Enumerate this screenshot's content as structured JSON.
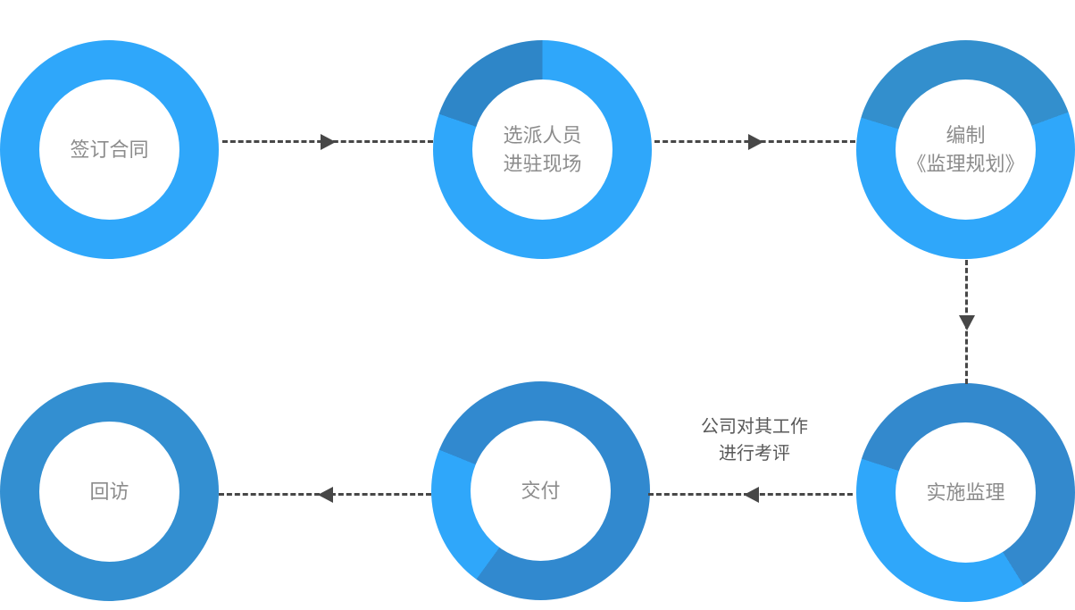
{
  "diagram": {
    "type": "flowchart",
    "annotation": "公司对其工作\n进行考评",
    "nodes": [
      {
        "id": "sign-contract",
        "label": "签订合同",
        "segments": [
          {
            "color": "#2FA7FA",
            "from": 0,
            "to": 360
          }
        ]
      },
      {
        "id": "dispatch-personnel",
        "label": "选派人员\n进驻现场",
        "segments": [
          {
            "color": "#2FA7FA",
            "from": 0,
            "to": 289
          },
          {
            "color": "#2E86C8",
            "from": 289,
            "to": 360
          }
        ]
      },
      {
        "id": "compile-supervision-plan",
        "label": "编制\n《监理规划》",
        "segments": [
          {
            "color": "#338FCD",
            "from": 0,
            "to": 70
          },
          {
            "color": "#2FA7FA",
            "from": 70,
            "to": 287
          },
          {
            "color": "#338FCD",
            "from": 287,
            "to": 360
          }
        ]
      },
      {
        "id": "implement-supervision",
        "label": "实施监理",
        "segments": [
          {
            "color": "#3389CD",
            "from": 0,
            "to": 148
          },
          {
            "color": "#2FA7FA",
            "from": 148,
            "to": 288
          },
          {
            "color": "#3389CD",
            "from": 288,
            "to": 360
          }
        ]
      },
      {
        "id": "delivery",
        "label": "交付",
        "segments": [
          {
            "color": "#3189CF",
            "from": 0,
            "to": 216
          },
          {
            "color": "#2FA7FA",
            "from": 216,
            "to": 292
          },
          {
            "color": "#3189CF",
            "from": 292,
            "to": 360
          }
        ]
      },
      {
        "id": "follow-up-visit",
        "label": "回访",
        "segments": [
          {
            "color": "#338FD1",
            "from": 0,
            "to": 360
          }
        ]
      }
    ],
    "arrows": [
      {
        "from": "sign-contract",
        "to": "dispatch-personnel",
        "direction": "right"
      },
      {
        "from": "dispatch-personnel",
        "to": "compile-supervision-plan",
        "direction": "right"
      },
      {
        "from": "compile-supervision-plan",
        "to": "implement-supervision",
        "direction": "down"
      },
      {
        "from": "implement-supervision",
        "to": "delivery",
        "direction": "left"
      },
      {
        "from": "delivery",
        "to": "follow-up-visit",
        "direction": "left"
      }
    ],
    "colors": {
      "ring_light_blue": "#2FA7FA",
      "ring_dark_blue": "#2E86C8",
      "ring_mid_blue": "#338FD1",
      "arrow": "#474747",
      "node_label_text": "#8C8C8C",
      "annotation_text": "#595959",
      "background": "#FFFFFF"
    }
  }
}
